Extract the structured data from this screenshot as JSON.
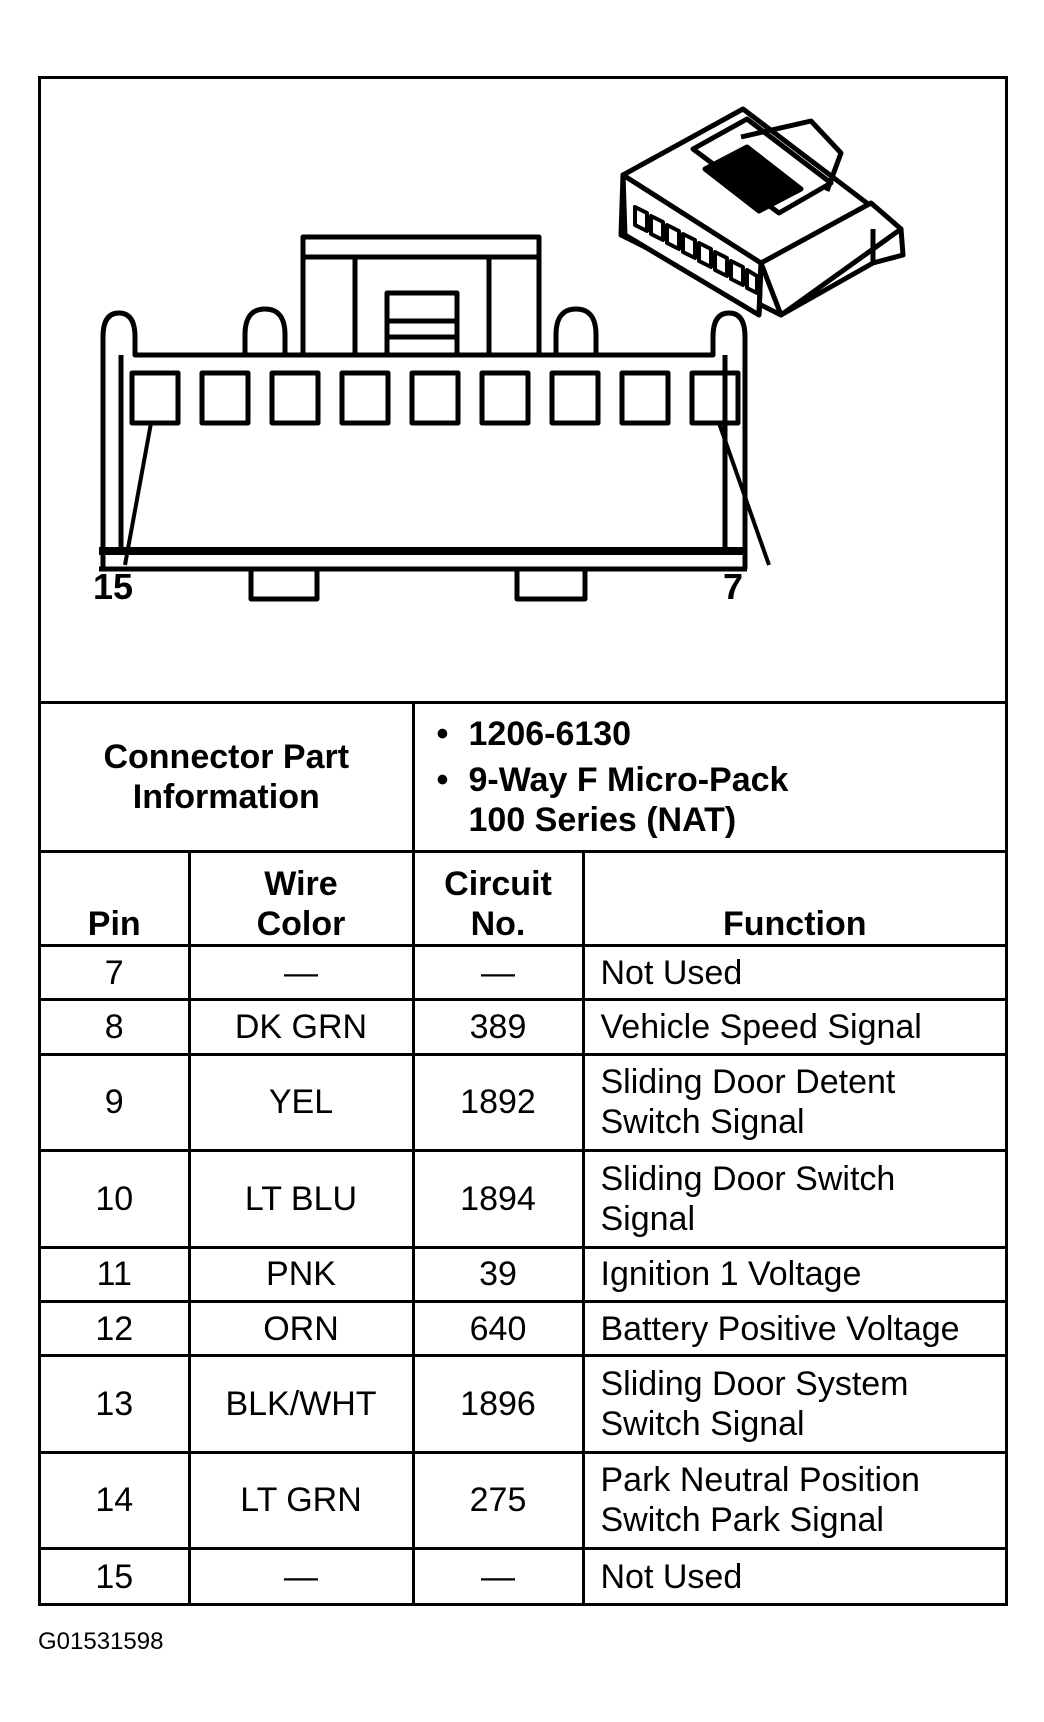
{
  "callouts": {
    "left_pin": "15",
    "right_pin": "7"
  },
  "connector_info": {
    "label_line1": "Connector Part",
    "label_line2": "Information",
    "items": [
      {
        "line1": "1206-6130",
        "line2": ""
      },
      {
        "line1": "9-Way F Micro-Pack",
        "line2": "100 Series (NAT)"
      }
    ]
  },
  "headers": {
    "pin": "Pin",
    "wire_color_1": "Wire",
    "wire_color_2": "Color",
    "circuit_1": "Circuit",
    "circuit_2": "No.",
    "function": "Function"
  },
  "rows": [
    {
      "pin": "7",
      "wire": "—",
      "circuit": "—",
      "fn1": "Not Used",
      "fn2": ""
    },
    {
      "pin": "8",
      "wire": "DK GRN",
      "circuit": "389",
      "fn1": "Vehicle Speed Signal",
      "fn2": ""
    },
    {
      "pin": "9",
      "wire": "YEL",
      "circuit": "1892",
      "fn1": "Sliding Door Detent",
      "fn2": "Switch Signal"
    },
    {
      "pin": "10",
      "wire": "LT BLU",
      "circuit": "1894",
      "fn1": "Sliding Door Switch",
      "fn2": "Signal"
    },
    {
      "pin": "11",
      "wire": "PNK",
      "circuit": "39",
      "fn1": "Ignition 1 Voltage",
      "fn2": ""
    },
    {
      "pin": "12",
      "wire": "ORN",
      "circuit": "640",
      "fn1": "Battery Positive Voltage",
      "fn2": ""
    },
    {
      "pin": "13",
      "wire": "BLK/WHT",
      "circuit": "1896",
      "fn1": "Sliding Door System",
      "fn2": "Switch Signal"
    },
    {
      "pin": "14",
      "wire": "LT GRN",
      "circuit": "275",
      "fn1": "Park Neutral Position",
      "fn2": "Switch Park Signal"
    },
    {
      "pin": "15",
      "wire": "—",
      "circuit": "—",
      "fn1": "Not Used",
      "fn2": ""
    }
  ],
  "figure_id": "G01531598"
}
